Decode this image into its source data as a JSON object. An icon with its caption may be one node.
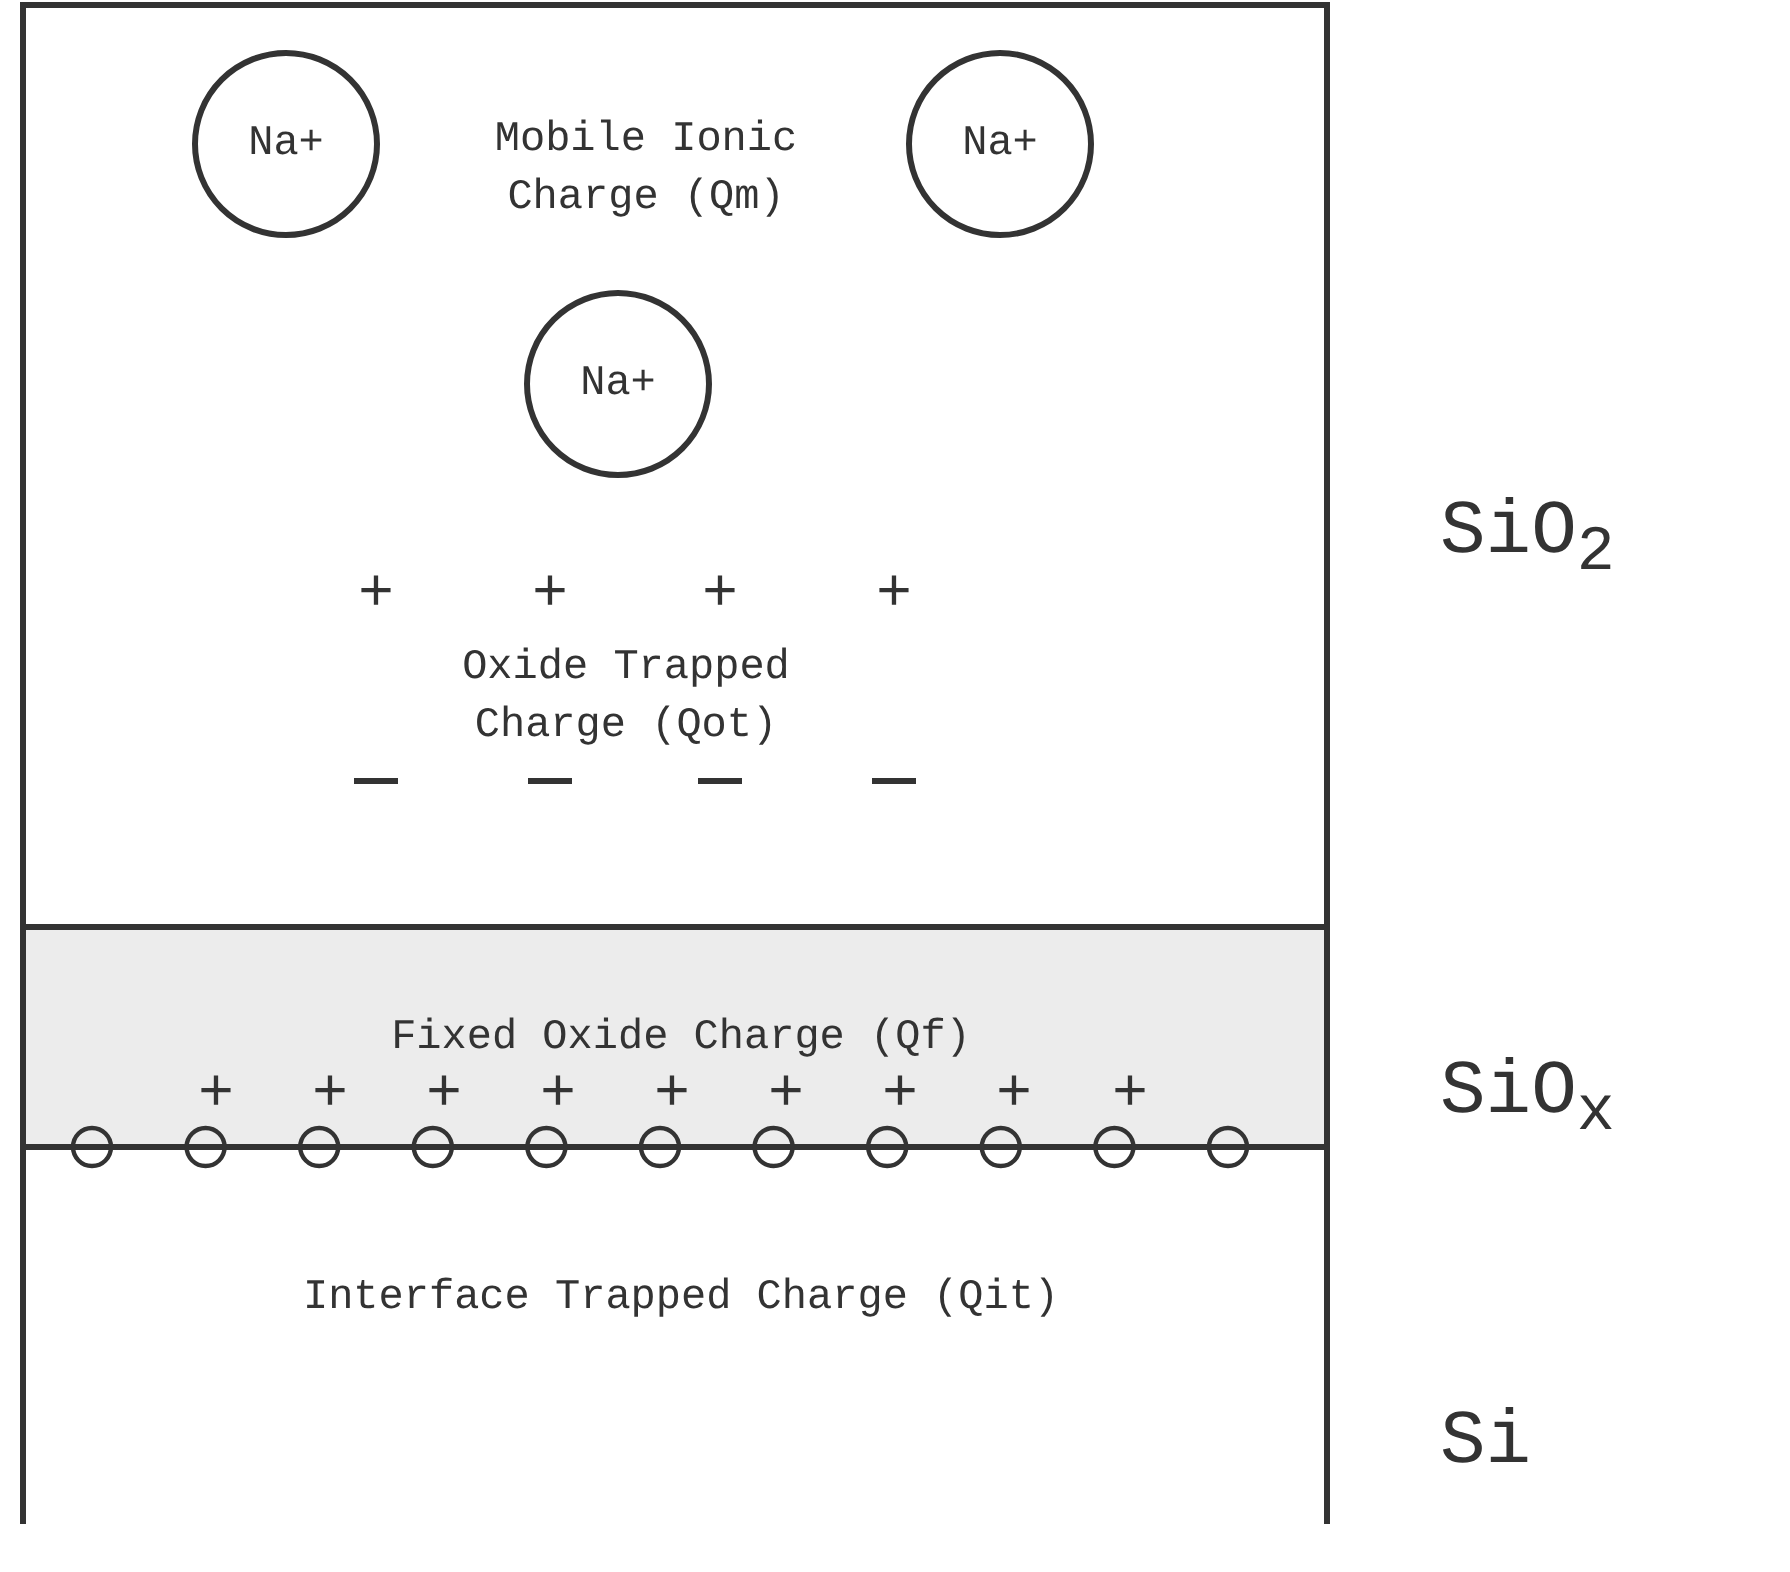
{
  "diagram": {
    "nodes": [
      {
        "text": [
          "Mobile Ionic Charge (Qm)",
          "Oxide Trapped Charge (Qot)"
        ],
        "beside": [
          "SiO$_{2}$"
        ]
      },
      {
        "text": [
          "Na+"
        ],
        "in": 0
      },
      {
        "text": [
          "Na+"
        ],
        "in": 0
      },
      {
        "text": [
          "Na+"
        ],
        "in": 0
      },
      {
        "text": [
          "Fixed Oxide Charge (Qf)"
        ],
        "beside": [
          "SiO$_{x}$"
        ]
      },
      {
        "text": [
          "Interface Trapped Charge (Qit)"
        ],
        "beside": [
          "Si"
        ]
      }
    ],
    "edges": [],
    "labels": [
      "+",
      "+",
      "+",
      "+",
      "+",
      "+",
      "+",
      "+",
      "+",
      "+",
      "+",
      "+",
      "+"
    ]
  }
}
